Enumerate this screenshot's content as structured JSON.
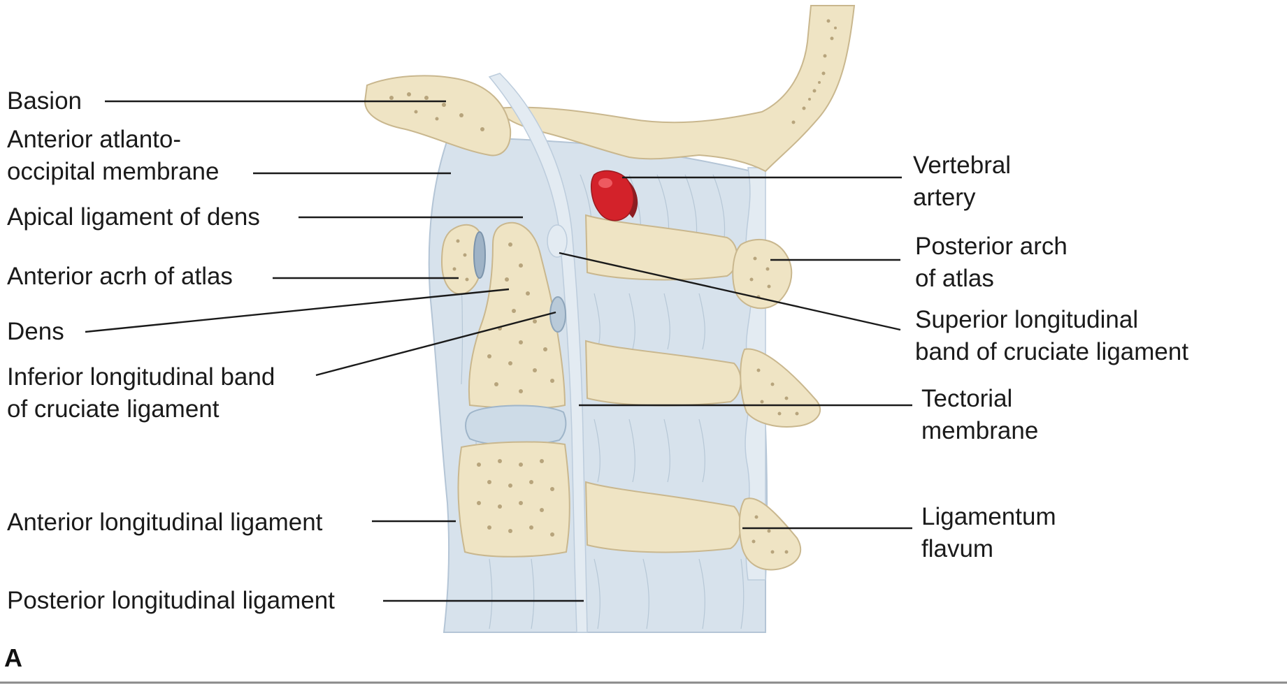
{
  "panel_letter": "A",
  "labels": {
    "basion": [
      "Basion"
    ],
    "anterior_atlanto_occipital_membrane": [
      "Anterior atlanto-",
      "occipital membrane"
    ],
    "apical_ligament_of_dens": [
      "Apical ligament of dens"
    ],
    "anterior_arch_of_atlas": [
      "Anterior acrh of atlas"
    ],
    "dens": [
      "Dens"
    ],
    "inferior_longitudinal_band": [
      "Inferior longitudinal band",
      "of cruciate ligament"
    ],
    "anterior_longitudinal_ligament": [
      "Anterior longitudinal ligament"
    ],
    "posterior_longitudinal_ligament": [
      "Posterior longitudinal ligament"
    ],
    "vertebral_artery": [
      "Vertebral",
      "artery"
    ],
    "posterior_arch_of_atlas": [
      "Posterior arch",
      "of atlas"
    ],
    "superior_longitudinal_band": [
      "Superior longitudinal",
      "band of cruciate ligament"
    ],
    "tectorial_membrane": [
      "Tectorial",
      "membrane"
    ],
    "ligamentum_flavum": [
      "Ligamentum",
      "flavum"
    ]
  },
  "colors": {
    "bone": "#efe4c4",
    "marrow": "#b7a47c",
    "ligament": "#d7e2ec",
    "artery": "#d3222a",
    "leader": "#1a1a1a"
  }
}
